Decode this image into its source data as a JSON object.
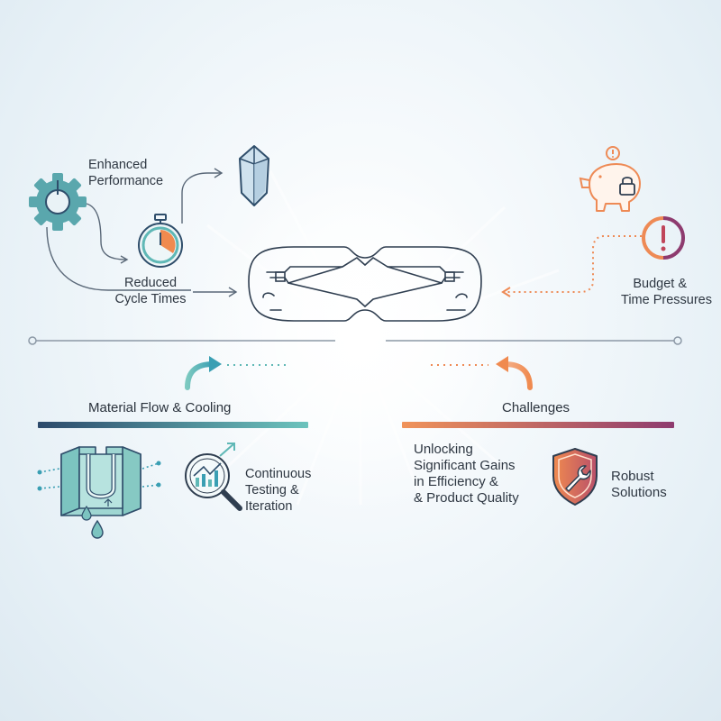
{
  "top_left": {
    "performance_label": [
      "Enhanced",
      "Performance"
    ],
    "cycle_label": [
      "Reduced",
      "Cycle Times"
    ]
  },
  "top_right": {
    "budget_label": [
      "Budget &",
      "Time Pressures"
    ]
  },
  "left_section": {
    "heading": "Material Flow & Cooling",
    "testing_label": [
      "Continuous",
      "Testing &",
      "Iteration"
    ]
  },
  "right_section": {
    "heading": "Challenges",
    "gains_label": [
      "Unlocking",
      "Significant Gains",
      "in Efficiency &",
      "& Product Quality"
    ],
    "solutions_label": [
      "Robust",
      "Solutions"
    ]
  },
  "colors": {
    "teal": "#5fb8b6",
    "navy": "#2c4a6b",
    "orange": "#ee8a55",
    "purple": "#8e3b6f",
    "line": "#3a4a5a"
  }
}
